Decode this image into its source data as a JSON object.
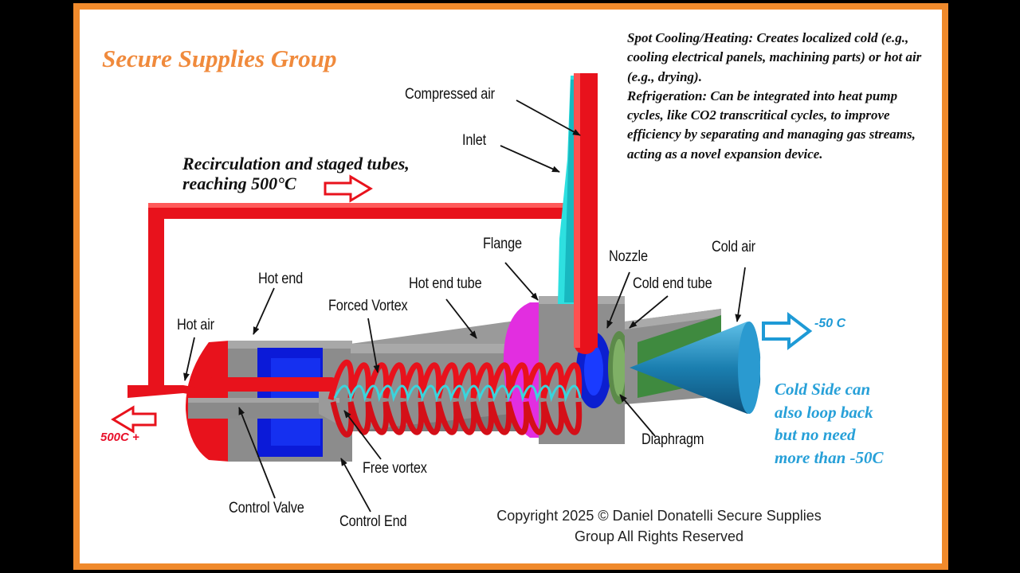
{
  "brand": "Secure Supplies Group",
  "notes": [
    "Spot Cooling/Heating: Creates localized cold (e.g., cooling electrical panels, machining parts) or hot air (e.g., drying).",
    "Refrigeration: Can be integrated into heat pump cycles, like CO2 transcritical cycles, to improve efficiency by separating and managing gas streams, acting as a novel expansion device."
  ],
  "recirculation": {
    "line1": "Recirculation and staged tubes,",
    "line2": "reaching 500°C"
  },
  "labels": {
    "compressed_air": "Compressed air",
    "inlet": "Inlet",
    "flange": "Flange",
    "nozzle": "Nozzle",
    "cold_air": "Cold air",
    "cold_end_tube": "Cold end tube",
    "hot_end": "Hot end",
    "hot_end_tube": "Hot end tube",
    "forced_vortex": "Forced Vortex",
    "hot_air": "Hot air",
    "free_vortex": "Free vortex",
    "control_valve": "Control Valve",
    "control_end": "Control End",
    "diaphragm": "Diaphragm"
  },
  "temperatures": {
    "hot_output": "500C +",
    "cold_output": "-50 C"
  },
  "cold_side_note": [
    "Cold Side can",
    "also loop back",
    "but no need",
    "more than -50C"
  ],
  "copyright": {
    "line1": "Copyright 2025 © Daniel Donatelli Secure Supplies",
    "line2": "Group All Rights Reserved"
  },
  "colors": {
    "frame": "#f08a2c",
    "pipe_red": "#e8121c",
    "body_gray": "#8a8a8a",
    "inlet_cyan": "#2ee0e0",
    "flange_magenta": "#e030e0",
    "cold_blue": "#1e9ad6"
  }
}
